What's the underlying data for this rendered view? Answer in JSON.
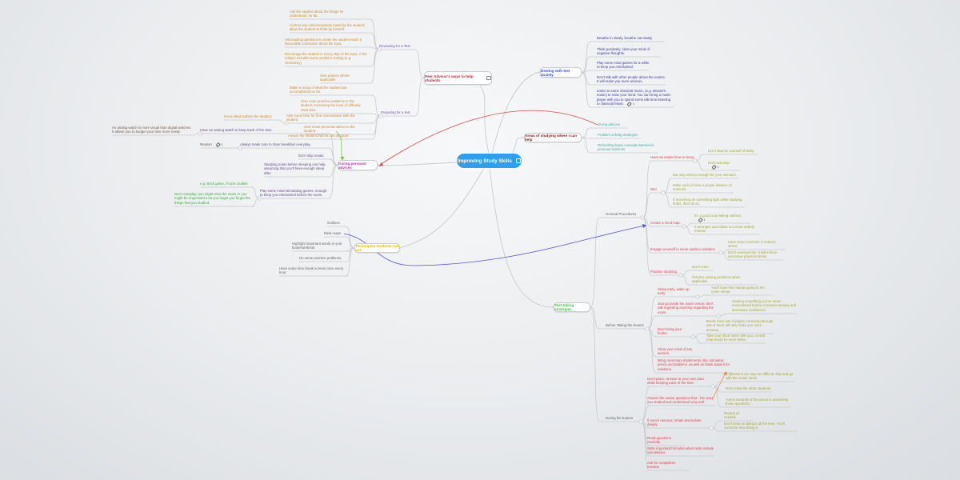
{
  "map": {
    "central": {
      "label": "Improving Study Skills",
      "icon": "note-icon"
    },
    "branches": [
      {
        "label": "Peer Advisor's ways to help students",
        "icon": "note-icon",
        "children": [
          {
            "label": "Reviewing for a Test",
            "children": [
              {
                "label": "Ask the student about the things he understood, so far."
              },
              {
                "label": "Correct any misconceptions made by the student; allow the student to think by himself."
              },
              {
                "label": "Ask leading questions to make the student reach a favourable conclusion about the topic."
              },
              {
                "label": "Encourage the student in every step of the topic, if the subject includes some problem solving (e.g. Chemistry)"
              },
              {
                "label": "Give praises where applicable."
              }
            ]
          },
          {
            "label": "Preparing for a test",
            "children": [
              {
                "label": "Make a recap of what the student has accomplished so far."
              },
              {
                "label": "Give more practice problems to the student, increasing the level of difficulty each time."
              },
              {
                "label": "Allot some time for free conversation with the student.",
                "children": [
                  {
                    "label": "Know what bothers the student."
                  }
                ]
              },
              {
                "label": "Give some personal advice to the student."
              },
              {
                "label": "Assure the student that he can do good."
              }
            ]
          }
        ]
      },
      {
        "label": "Giving personal advices",
        "children": [
          {
            "label": "Have an analog watch to keep track of the time.",
            "children": [
              {
                "label": "An analog watch is more visual than digital watches. It allows you to budget your time more easily."
              }
            ]
          },
          {
            "label": "Always make sure to have breakfast everyday.",
            "children": [
              {
                "label": "Reason",
                "link_count": "1"
              }
            ]
          },
          {
            "label": "Don't skip meals."
          },
          {
            "label": "Studying notes before sleeping can help, assuming that you'll have enough sleep after."
          },
          {
            "label": "Play some mind-stimulating games, enough to keep you entertained before the exam.",
            "children": [
              {
                "label": "e.g. Brick game, Frozen bubble"
              },
              {
                "label": "Don't overplay; you might miss the exam or you might be engrossed a bit you forget you forget the things that you studied."
              }
            ]
          }
        ]
      },
      {
        "label": "Techniques students can use",
        "children": [
          {
            "label": "Outlines"
          },
          {
            "label": "Mind maps"
          },
          {
            "label": "Highlight important words in your book/notebook."
          },
          {
            "label": "Do some practice problems."
          },
          {
            "label": "Have some time break at least once every hour."
          }
        ]
      },
      {
        "label": "Dealing with test anxiety",
        "children": [
          {
            "label": "Breathe in slowly, breathe out slowly"
          },
          {
            "label": "Think positively; clear your mind of negative thoughts."
          },
          {
            "label": "Play some mind games for a while to keep you entertained."
          },
          {
            "label": "Don't talk with other people about the exams. It will make you more anxious."
          },
          {
            "label": "Listen to some classical music, (e.g. Mozart's music) to relax your mind. You can bring a music player with you to spend some idle time listening to classical Music",
            "link_count": "1"
          }
        ]
      },
      {
        "label": "Areas of studying where I can help",
        "children": [
          {
            "label": "Giving advices"
          },
          {
            "label": "Problem solving strategies"
          },
          {
            "label": "Refreshing basic concepts learned in previous sessions"
          }
        ]
      },
      {
        "label": "Test-taking strategies",
        "children": [
          {
            "label": "General Procedures",
            "children": [
              {
                "label": "Have an ample time to sleep.",
                "children": [
                  {
                    "label": "Don't deprive yourself of sleep"
                  },
                  {
                    "label": "Dont overstep",
                    "link_count": "1"
                  }
                ]
              },
              {
                "label": "Diet",
                "children": [
                  {
                    "label": "Eat only what is enough for your stomach."
                  },
                  {
                    "label": "Make sure to have a proper balance of nutrients."
                  },
                  {
                    "label": "If munching on something light while studying helps, then do so."
                  }
                ]
              },
              {
                "label": "Create a mind map.",
                "children": [
                  {
                    "label": "It's a good note-taking method.",
                    "link_count": "1"
                  },
                  {
                    "label": "It arranges your ideas in a more orderly manner."
                  }
                ]
              },
              {
                "label": "Engage yourself in some outdoor activities",
                "children": [
                  {
                    "label": "Have some exercise; it reduces stress."
                  },
                  {
                    "label": "Don't overexercise; it will induce excessive physical stress."
                  }
                ]
              },
              {
                "label": "Practice studying.",
                "children": [
                  {
                    "label": "Don't cram."
                  },
                  {
                    "label": "Practice solving problems when applicable."
                  }
                ]
              }
            ]
          },
          {
            "label": "Before Taking the Exams",
            "children": [
              {
                "label": "Sleep early, wake up early.",
                "children": [
                  {
                    "label": "You'll have less hassle going to the exam venue."
                  }
                ]
              },
              {
                "label": "Just go inside the exam venue; don't talk regarding anything regarding the exam.",
                "children": [
                  {
                    "label": "Hearing something you've never encountered before increases anxiety and decreases confidence."
                  }
                ]
              },
              {
                "label": "Don't bring your books.",
                "children": [
                  {
                    "label": "Books have lots of pages; browsing through lots of them will only make you more anxious."
                  },
                  {
                    "label": "Take your short notes with you; a mind map would be even better."
                  }
                ]
              },
              {
                "label": "Clear your mind of any worries."
              },
              {
                "label": "Bring necessary implements, like calculator, pencil and ballpens, as well as blank papers for solutions."
              }
            ]
          },
          {
            "label": "During the Exams",
            "children": [
              {
                "label": "Don't panic; answer at your own pace while keeping track of the time.",
                "children": [
                  {
                    "label": "If questions are way too difficult, skip and go with the easier items."
                  },
                  {
                    "label": "Don't mind the other students."
                  },
                  {
                    "label": "You're assured of the points in answering those questions."
                  }
                ]
              },
              {
                "label": "Answer the easier questions first - the ones you studied and understood very well."
              },
              {
                "label": "If you're nervous, inhale and exhale deeply.",
                "children": [
                  {
                    "label": "Repeat as needed."
                  },
                  {
                    "label": "Don't keep on doing it all the time. You'll consume time doing it."
                  }
                ]
              },
              {
                "label": "Read questions carefully."
              },
              {
                "label": "Write important formulas when tests include calculations."
              },
              {
                "label": "Ask for scrapwhen needed."
              }
            ]
          }
        ]
      }
    ]
  },
  "colors": {
    "central_bg": "#2d9ff0",
    "branch_titles": [
      "#d0212f",
      "#c92ac9",
      "#e8b400",
      "#3a4fe0",
      "#8a1a1a",
      "#3ec43e"
    ],
    "peer_groups": "#7b4fc0",
    "peer_leaves": "#cf8a2e",
    "advice_items": "#6a4a8c",
    "advice_notes": "#7a5a48",
    "advice_games": "#3cae3c",
    "technique_items": "#666666",
    "anxiety_items": "#3a3aa0",
    "areas_items": "#45a6a6",
    "strategy_groups": "#666666",
    "strategy_items": "#e0414b",
    "strategy_notes": "#a9a834",
    "connector": "#c8cbcf",
    "relation_red": "#e04848",
    "relation_green": "#7ac83a",
    "relation_blue": "#5050e0",
    "relation_orange": "#f08a30"
  }
}
